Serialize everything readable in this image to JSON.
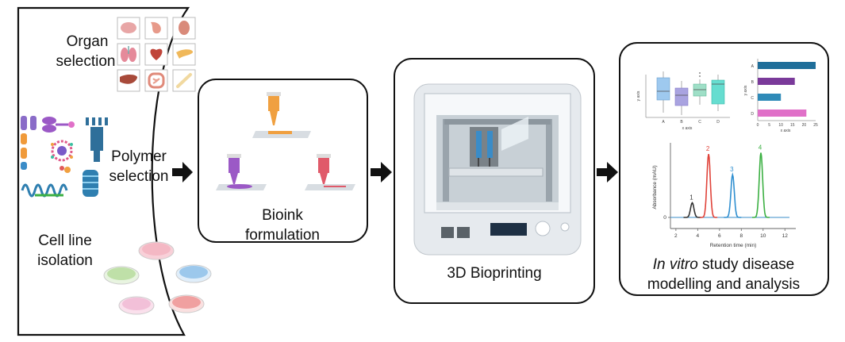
{
  "stages": {
    "organ": {
      "line1": "Organ",
      "line2": "selection"
    },
    "polymer": {
      "line1": "Polymer",
      "line2": "selection"
    },
    "cell": {
      "line1": "Cell line",
      "line2": "isolation"
    },
    "bioink": {
      "line1": "Bioink",
      "line2": "formulation"
    },
    "printing": {
      "label": "3D Bioprinting"
    },
    "invitro": {
      "line1_italic": "In vitro",
      "line1_rest": " study disease",
      "line2": "modelling and analysis"
    }
  },
  "colors": {
    "stroke": "#111111",
    "bioink_orange": "#f0a040",
    "bioink_purple": "#9b59c6",
    "bioink_red": "#e05a6a",
    "peak_red": "#e0433a",
    "peak_blue": "#2f8fd0",
    "peak_green": "#3cb043"
  },
  "chart_data": [
    {
      "type": "box",
      "xlabel": "x axis",
      "ylabel": "y axis",
      "categories": [
        "A",
        "B",
        "C",
        "D"
      ],
      "colors": [
        "#9ec9ef",
        "#a9a3e0",
        "#9fdfc7",
        "#66ddd0"
      ]
    },
    {
      "type": "bar",
      "orientation": "horizontal",
      "xlabel": "x axis",
      "ylabel": "y axis",
      "categories": [
        "A",
        "B",
        "C",
        "D"
      ],
      "values": [
        25,
        16,
        10,
        21
      ],
      "xlim": [
        0,
        25
      ],
      "xticks": [
        "0",
        "5",
        "10",
        "15",
        "20",
        "25"
      ],
      "colors": [
        "#1f6e9a",
        "#7a3a9a",
        "#2f8ab8",
        "#e070c8"
      ]
    },
    {
      "type": "line",
      "xlabel": "Retention time (min)",
      "ylabel": "Absorbance (mAU)",
      "xticks": [
        "2",
        "4",
        "6",
        "8",
        "10",
        "12"
      ],
      "xlim": [
        1.5,
        13
      ],
      "peaks": [
        {
          "label": "1",
          "t": 3.5,
          "h": 0.22,
          "color": "#333333"
        },
        {
          "label": "2",
          "t": 5.0,
          "h": 0.95,
          "color": "#e0433a"
        },
        {
          "label": "3",
          "t": 7.2,
          "h": 0.64,
          "color": "#2f8fd0"
        },
        {
          "label": "4",
          "t": 9.8,
          "h": 0.97,
          "color": "#3cb043"
        }
      ]
    }
  ]
}
